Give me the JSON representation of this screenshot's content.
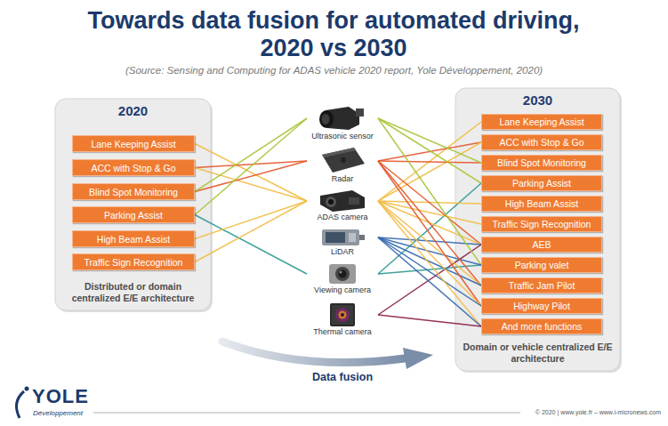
{
  "diagram": {
    "title": "Towards data fusion for automated driving, 2020 vs 2030",
    "caption": "(Source: Sensing and Computing for ADAS vehicle 2020 report, Yole Développement, 2020)",
    "nodes": [
      {
        "text": [
          "2020",
          "Distributed or domain centralized E/E architecture"
        ]
      },
      {
        "text": [
          "Lane Keeping Assist"
        ],
        "in": 0
      },
      {
        "text": [
          "ACC with Stop & Go"
        ],
        "in": 0
      },
      {
        "text": [
          "Blind Spot Monitoring"
        ],
        "in": 0
      },
      {
        "text": [
          "Parking Assist"
        ],
        "in": 0
      },
      {
        "text": [
          "High Beam Assist"
        ],
        "in": 0
      },
      {
        "text": [
          "Traffic Sign Recognition"
        ],
        "in": 0
      },
      {
        "text": [
          "Ultrasonic sensor"
        ]
      },
      {
        "text": [
          "Radar"
        ]
      },
      {
        "text": [
          "ADAS camera"
        ]
      },
      {
        "text": [
          "LiDAR"
        ]
      },
      {
        "text": [
          "Viewing camera"
        ]
      },
      {
        "text": [
          "Thermal camera"
        ]
      },
      {
        "text": [
          "2030",
          "Domain or vehicle centralized E/E architecture"
        ]
      },
      {
        "text": [
          "Lane Keeping Assist"
        ],
        "in": 13
      },
      {
        "text": [
          "ACC with Stop & Go"
        ],
        "in": 13
      },
      {
        "text": [
          "Blind Spot Monitoring"
        ],
        "in": 13
      },
      {
        "text": [
          "Parking Assist"
        ],
        "in": 13
      },
      {
        "text": [
          "High Beam Assist"
        ],
        "in": 13
      },
      {
        "text": [
          "Traffic Sign Recognition"
        ],
        "in": 13
      },
      {
        "text": [
          "AEB"
        ],
        "in": 13
      },
      {
        "text": [
          "Parking valet"
        ],
        "in": 13
      },
      {
        "text": [
          "Traffic Jam Pilot"
        ],
        "in": 13
      },
      {
        "text": [
          "Highway Pilot"
        ],
        "in": 13
      },
      {
        "text": [
          "And more functions"
        ],
        "in": 13
      }
    ],
    "edges": [
      {
        "from": 1,
        "to": 9,
        "arrow": "none"
      },
      {
        "from": 2,
        "to": 8,
        "arrow": "none"
      },
      {
        "from": 2,
        "to": 9,
        "arrow": "none"
      },
      {
        "from": 3,
        "to": 8,
        "arrow": "none"
      },
      {
        "from": 3,
        "to": 7,
        "arrow": "none"
      },
      {
        "from": 4,
        "to": 7,
        "arrow": "none"
      },
      {
        "from": 4,
        "to": 11,
        "arrow": "none"
      },
      {
        "from": 5,
        "to": 9,
        "arrow": "none"
      },
      {
        "from": 6,
        "to": 9,
        "arrow": "none"
      },
      {
        "from": 9,
        "to": 14,
        "arrow": "none"
      },
      {
        "from": 8,
        "to": 15,
        "arrow": "none"
      },
      {
        "from": 9,
        "to": 15,
        "arrow": "none"
      },
      {
        "from": 8,
        "to": 16,
        "arrow": "none"
      },
      {
        "from": 7,
        "to": 16,
        "arrow": "none"
      },
      {
        "from": 7,
        "to": 17,
        "arrow": "none"
      },
      {
        "from": 11,
        "to": 17,
        "arrow": "none"
      },
      {
        "from": 9,
        "to": 18,
        "arrow": "none"
      },
      {
        "from": 9,
        "to": 19,
        "arrow": "none"
      },
      {
        "from": 8,
        "to": 20,
        "arrow": "none"
      },
      {
        "from": 9,
        "to": 20,
        "arrow": "none"
      },
      {
        "from": 10,
        "to": 20,
        "arrow": "none"
      },
      {
        "from": 12,
        "to": 20,
        "arrow": "none"
      },
      {
        "from": 7,
        "to": 21,
        "arrow": "none"
      },
      {
        "from": 11,
        "to": 21,
        "arrow": "none"
      },
      {
        "from": 10,
        "to": 21,
        "arrow": "none"
      },
      {
        "from": 8,
        "to": 22,
        "arrow": "none"
      },
      {
        "from": 9,
        "to": 22,
        "arrow": "none"
      },
      {
        "from": 10,
        "to": 22,
        "arrow": "none"
      },
      {
        "from": 8,
        "to": 23,
        "arrow": "none"
      },
      {
        "from": 9,
        "to": 23,
        "arrow": "none"
      },
      {
        "from": 10,
        "to": 23,
        "arrow": "none"
      },
      {
        "from": 9,
        "to": 24,
        "arrow": "none"
      },
      {
        "from": 10,
        "to": 24,
        "arrow": "none"
      },
      {
        "from": 12,
        "to": 24,
        "arrow": "none"
      }
    ],
    "labels": [
      "Data fusion",
      "YOLE",
      "Développement",
      "© 2020 | www.yole.fr – www.i-micronews.com"
    ]
  }
}
